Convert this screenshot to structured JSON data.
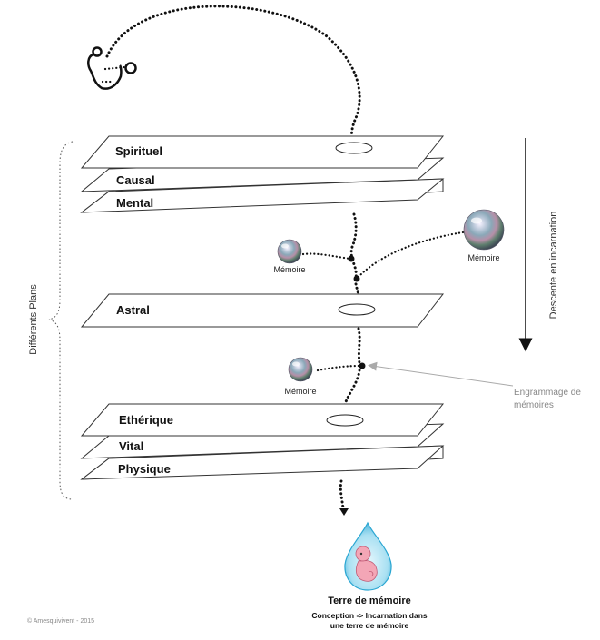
{
  "planes": {
    "spirituel": "Spirituel",
    "causal": "Causal",
    "mental": "Mental",
    "astral": "Astral",
    "etherique": "Ethérique",
    "vital": "Vital",
    "physique": "Physique"
  },
  "memory_label": "Mémoire",
  "side_label_left": "Différents Plans",
  "side_label_right": "Descente en incarnation",
  "engram_label_line1": "Engrammage de",
  "engram_label_line2": "mémoires",
  "bottom_title": "Terre de mémoire",
  "bottom_sub_line1": "Conception -> Incarnation dans",
  "bottom_sub_line2": "une terre de mémoire",
  "credit": "© Amesquivivent - 2015",
  "colors": {
    "drop_fill": "#aee6f5",
    "drop_stroke": "#2aa6d2",
    "embryo": "#f3a6b6"
  }
}
